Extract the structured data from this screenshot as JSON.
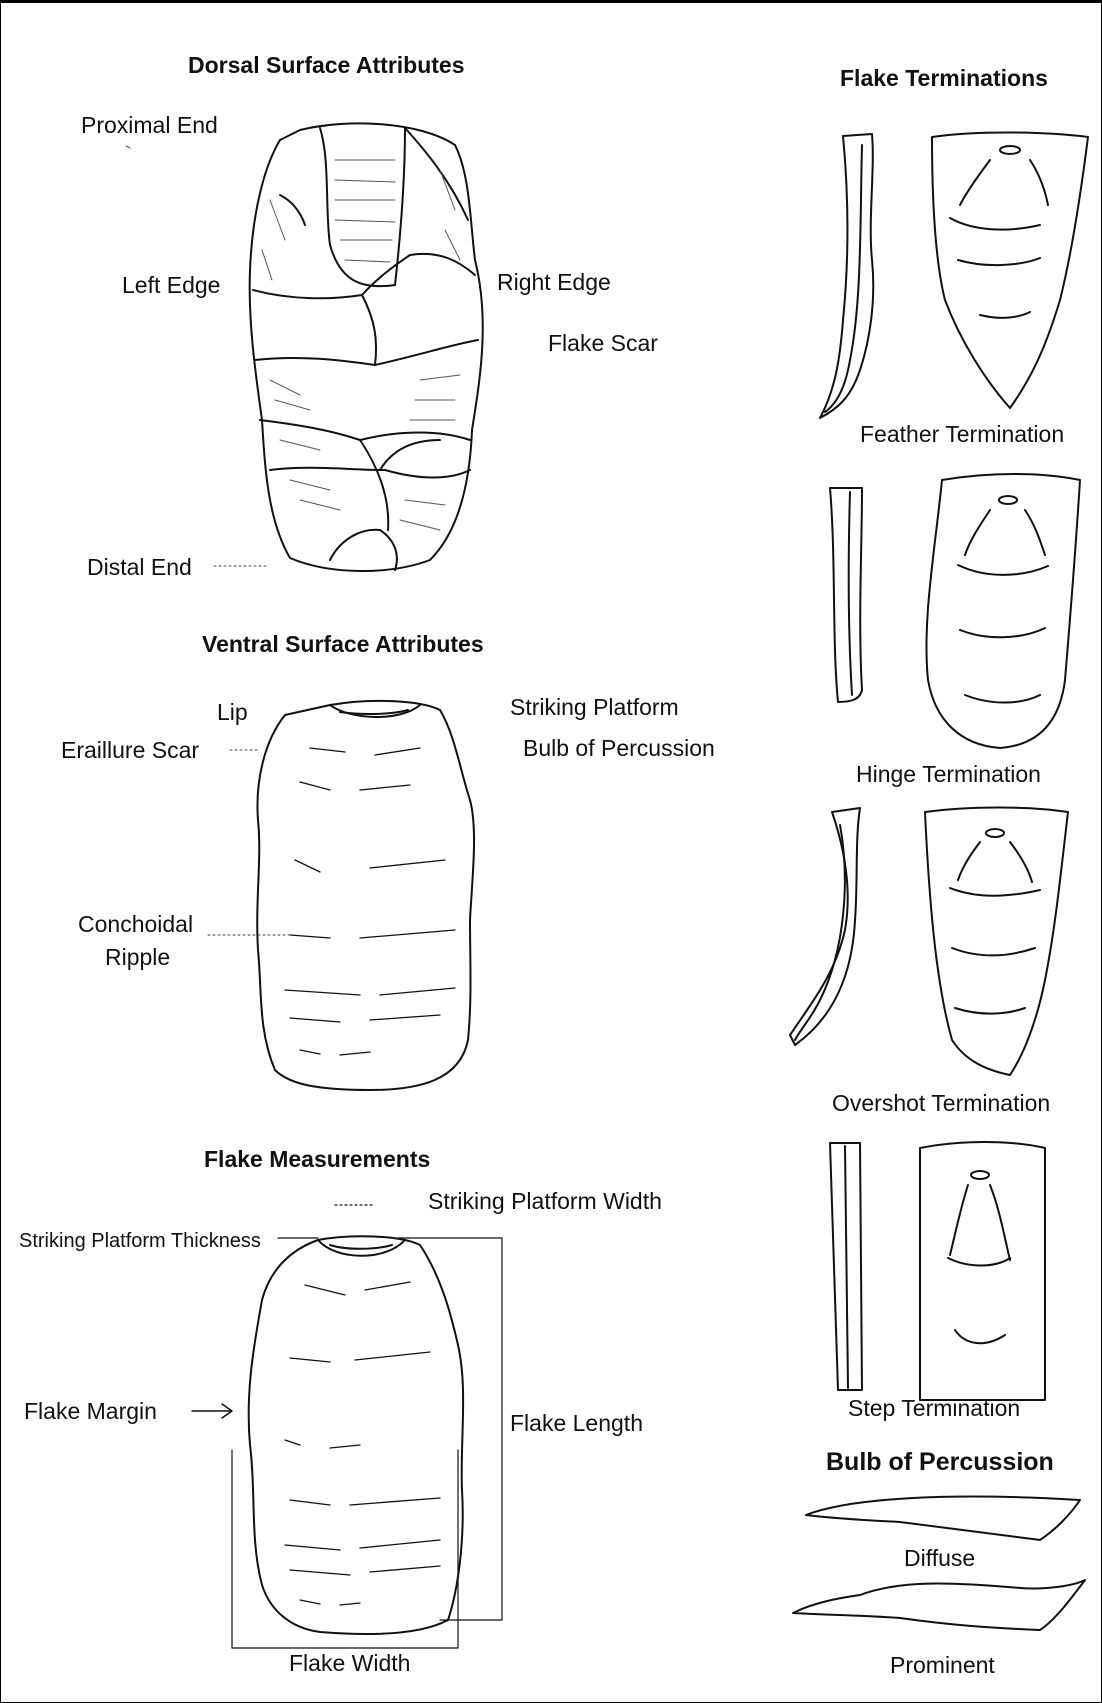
{
  "headings": {
    "dorsal": "Dorsal Surface Attributes",
    "ventral": "Ventral Surface Attributes",
    "measurements": "Flake Measurements",
    "terminations": "Flake Terminations",
    "bulb": "Bulb of Percussion"
  },
  "dorsal_labels": {
    "proximal": "Proximal End",
    "left_edge": "Left Edge",
    "right_edge": "Right Edge",
    "flake_scar": "Flake Scar",
    "distal": "Distal End"
  },
  "ventral_labels": {
    "lip": "Lip",
    "striking_platform": "Striking Platform",
    "eraillure": "Eraillure Scar",
    "bulb": "Bulb of Percussion",
    "conchoidal": "Conchoidal",
    "ripple": "Ripple"
  },
  "measurement_labels": {
    "sp_width": "Striking Platform Width",
    "sp_thickness": "Striking Platform Thickness",
    "margin": "Flake Margin",
    "length": "Flake Length",
    "width": "Flake Width"
  },
  "termination_labels": {
    "feather": "Feather Termination",
    "hinge": "Hinge Termination",
    "overshot": "Overshot Termination",
    "step": "Step Termination"
  },
  "bulb_labels": {
    "diffuse": "Diffuse",
    "prominent": "Prominent"
  }
}
